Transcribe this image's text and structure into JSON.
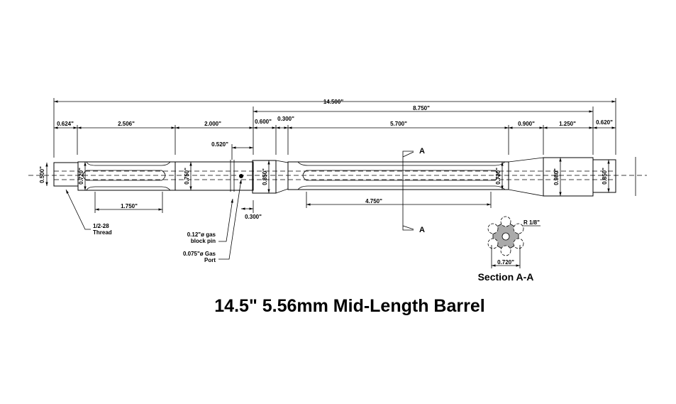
{
  "title": "14.5\" 5.56mm Mid-Length Barrel",
  "dimensions": {
    "overall": "14.500\"",
    "gas_to_end": "8.750\"",
    "d1": "0.624\"",
    "d2": "2.506\"",
    "d3": "2.000\"",
    "d4": "0.600\"",
    "d5": "0.300\"",
    "d6": "5.700\"",
    "d7": "0.900\"",
    "d8": "1.250\"",
    "d9": "0.620\"",
    "pin_offset": "0.520\"",
    "flute1": "1.750\"",
    "port_offset": "0.300\"",
    "flute2": "4.750\"",
    "dia_thread": "0.500\"",
    "dia1": "0.720\"",
    "dia2": "0.750\"",
    "dia3": "0.850\"",
    "dia4": "0.720\"",
    "dia5": "0.980\"",
    "dia6": "0.850\""
  },
  "callouts": {
    "thread": [
      "1/2-28",
      "Thread"
    ],
    "pin": [
      "0.12\"ø gas",
      "block pin"
    ],
    "port": [
      "0.075\"ø Gas",
      "Port"
    ]
  },
  "section": {
    "marker": "A",
    "marker2": "A",
    "radius": "R 1/8\"",
    "width": "0.720\"",
    "label": "Section A-A"
  }
}
